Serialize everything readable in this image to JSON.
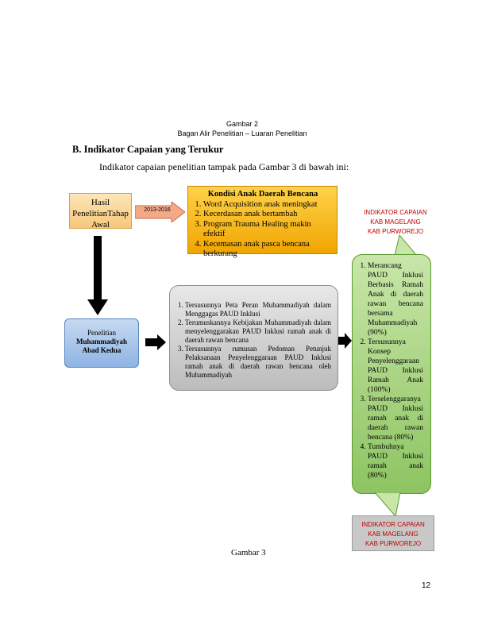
{
  "caption_top": {
    "line1": "Gambar 2",
    "line2": "Bagan Alir Penelitian – Luaran Penelitian"
  },
  "section": {
    "heading": "B.  Indikator Capaian yang Terukur",
    "intro": "Indikator capaian penelitian tampak pada Gambar 3 di bawah ini:"
  },
  "diagram": {
    "initial_box": {
      "line1": "Hasil",
      "line2": "PenelitianTahap",
      "line3": "Awal"
    },
    "year_arrow": "2013-2016",
    "conditions_box": {
      "title": "Kondisi Anak Daerah Bencana",
      "items": [
        "Word Acquisition anak meningkat",
        "Kecerdasan anak bertambah",
        "Program Trauma Healing makin efektif",
        "Kecemasan anak pasca bencana berkurang"
      ]
    },
    "region_label_top": {
      "line1": "INDIKATOR CAPAIAN",
      "line2": "KAB MAGELANG",
      "line3": "KAB PURWOREJO"
    },
    "region_label_bottom": {
      "line1": "INDIKATOR CAPAIAN",
      "line2": "KAB MAGELANG",
      "line3": "KAB PURWOREJO"
    },
    "research_box": {
      "line1": "Penelitian",
      "line2": "Muhammadiyah",
      "line3": "Abad Kedua"
    },
    "outputs_box": {
      "items": [
        "Tersusunnya Peta Peran Muhammadiyah dalam Menggagas PAUD Inklusi",
        "Terumuskannya Kebijakan Muhammadiyah dalam menyelenggarakan PAUD Inklusi ramah anak di daerah rawan bencana",
        "Tersusunnya rumusan Pedoman Petunjuk Pelaksanaan Penyelenggaraan PAUD Inklusi ramah anak di daerah rawan bencana oleh Muhammadiyah"
      ]
    },
    "indicators_box": {
      "items": [
        "Merancang PAUD Inklusi Berbasis Ramah Anak di daerah rawan bencana bersama Muhammadiyah (90%)",
        "Tersusunnya Konsep Penyelenggaraan PAUD Inklusi Ramah Anak (100%)",
        "Terselenggaranya PAUD Inklusi ramah anak di daerah rawan bencana (80%)",
        "Tumbuhnya PAUD Inklusi ramah anak (80%)"
      ]
    }
  },
  "caption_bottom": "Gambar 3",
  "page_number": "12",
  "colors": {
    "initial_box": "#f6c77b",
    "conditions_box": "#f0a500",
    "research_box": "#8eb4e3",
    "outputs_box": "#bcbcbc",
    "indicators_box": "#8dc462",
    "red_label": "#c00000"
  }
}
